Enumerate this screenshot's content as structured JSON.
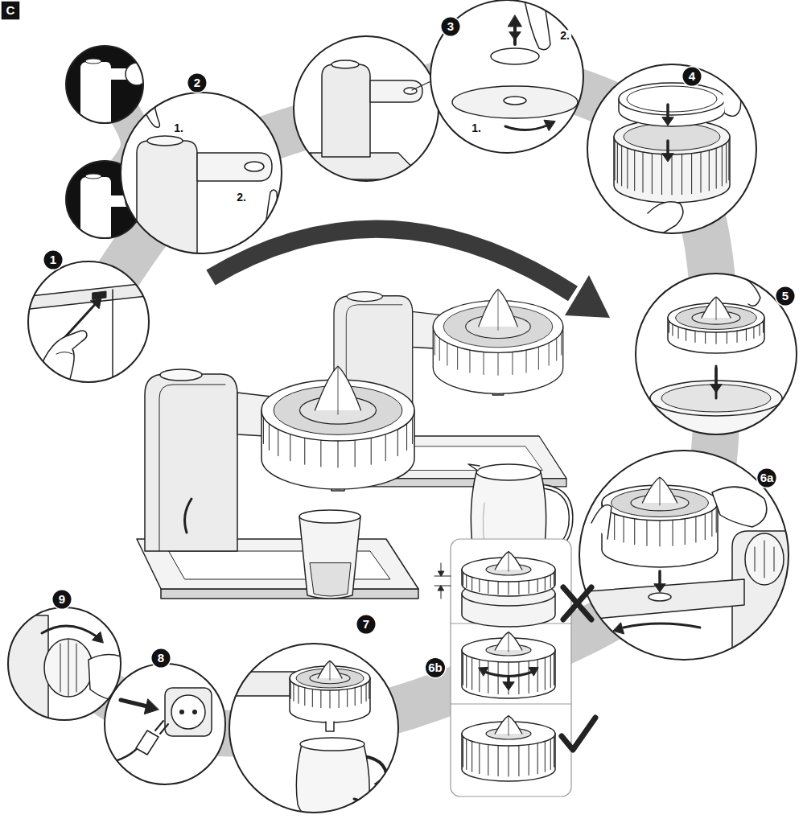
{
  "diagram": {
    "labels": [
      "C",
      "2",
      "1.",
      "2.",
      "3",
      "2.",
      "1.",
      "4",
      "1",
      "5",
      "6a",
      "6b",
      "9",
      "8",
      "7"
    ]
  }
}
